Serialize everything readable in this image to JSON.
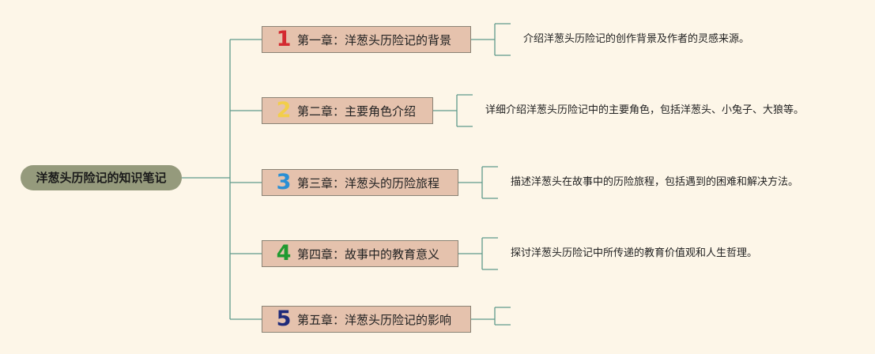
{
  "root": {
    "title": "洋葱头历险记的知识笔记"
  },
  "chapters": [
    {
      "number": "1",
      "title": "第一章：洋葱头历险记的背景",
      "number_color": "#d42a30",
      "description": "介绍洋葱头历险记的创作背景及作者的灵感来源。"
    },
    {
      "number": "2",
      "title": "第二章：主要角色介绍",
      "number_color": "#f2ce4a",
      "description": "详细介绍洋葱头历险记中的主要角色，包括洋葱头、小兔子、大狼等。"
    },
    {
      "number": "3",
      "title": "第三章：洋葱头的历险旅程",
      "number_color": "#2b8fd4",
      "description": "描述洋葱头在故事中的历险旅程，包括遇到的困难和解决方法。"
    },
    {
      "number": "4",
      "title": "第四章：故事中的教育意义",
      "number_color": "#1f9a30",
      "description": "探讨洋葱头历险记中所传递的教育价值观和人生哲理。"
    },
    {
      "number": "5",
      "title": "第五章：洋葱头历险记的影响",
      "number_color": "#1e2a7a",
      "description": ""
    }
  ],
  "colors": {
    "background": "#fdf6e8",
    "line": "#5f9a8a",
    "root_fill": "#959a7c",
    "chapter_fill": "#e5c2ad"
  }
}
